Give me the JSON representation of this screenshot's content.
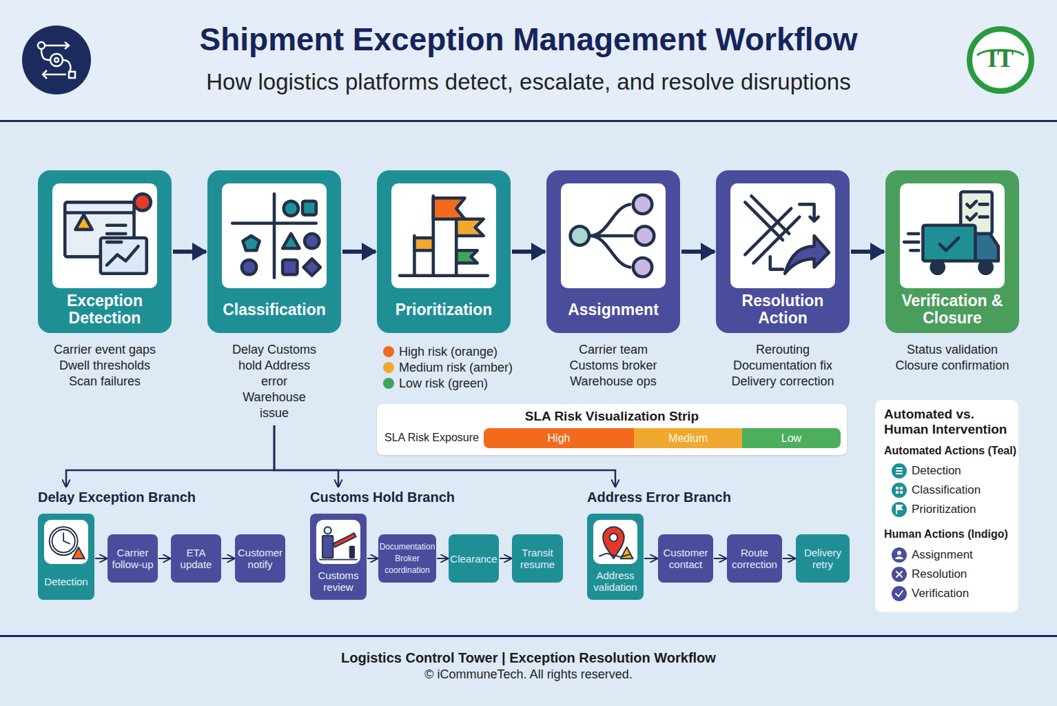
{
  "diagram": {
    "title": "Shipment Exception Management Workflow",
    "caption": "Logistics Control Tower | Exception Resolution Workflow",
    "nodes": [
      {
        "text": [
          "Exception Detection",
          "Carrier event gaps Dwell thresholds Scan failures"
        ]
      },
      {
        "text": [
          "Classification",
          "Delay Customs hold Address error Warehouse issue"
        ]
      },
      {
        "text": [
          "Prioritization"
        ]
      },
      {
        "text": [
          "Assignment",
          "Carrier team Customs broker Warehouse ops"
        ]
      },
      {
        "text": [
          "Resolution Action",
          "Rerouting Documentation fix Delivery correction"
        ]
      },
      {
        "text": [
          "Verification & Closure",
          "Status validation Closure confirmation"
        ]
      },
      {
        "text": [
          "SLA Risk Visualization Strip",
          "SLA Risk Exposure"
        ]
      },
      {
        "text": [
          "High"
        ],
        "in": 6
      },
      {
        "text": [
          "Medium"
        ],
        "in": 6
      },
      {
        "text": [
          "Low"
        ],
        "in": 6
      },
      {
        "text": [
          "Delay Exception Branch",
          "Detection"
        ]
      },
      {
        "text": [
          "Carrier follow-up"
        ]
      },
      {
        "text": [
          "ETA update"
        ]
      },
      {
        "text": [
          "Customer notify"
        ]
      },
      {
        "text": [
          "Customs Hold Branch",
          "Customs review"
        ]
      },
      {
        "text": [
          "Documentation Broker coordination"
        ]
      },
      {
        "text": [
          "Clearance"
        ]
      },
      {
        "text": [
          "Transit resume"
        ]
      },
      {
        "text": [
          "Address Error Branch",
          "Address validation"
        ]
      },
      {
        "text": [
          "Customer contact"
        ]
      },
      {
        "text": [
          "Route correction"
        ]
      },
      {
        "text": [
          "Delivery retry"
        ]
      }
    ],
    "edges": [
      {
        "from": 0,
        "to": 1,
        "arrow": "to"
      },
      {
        "from": 1,
        "to": 2,
        "arrow": "to"
      },
      {
        "from": 2,
        "to": 3,
        "arrow": "to"
      },
      {
        "from": 3,
        "to": 4,
        "arrow": "to"
      },
      {
        "from": 4,
        "to": 5,
        "arrow": "to"
      },
      {
        "from": 1,
        "to": 10,
        "arrow": "to"
      },
      {
        "from": 1,
        "to": 14,
        "arrow": "to"
      },
      {
        "from": 1,
        "to": 18,
        "arrow": "to"
      },
      {
        "from": 10,
        "to": 11,
        "arrow": "to"
      },
      {
        "from": 11,
        "to": 12,
        "arrow": "to"
      },
      {
        "from": 12,
        "to": 13,
        "arrow": "to"
      },
      {
        "from": 14,
        "to": 15,
        "arrow": "to"
      },
      {
        "from": 15,
        "to": 16,
        "arrow": "to"
      },
      {
        "from": 16,
        "to": 17,
        "arrow": "to"
      },
      {
        "from": 18,
        "to": 19,
        "arrow": "to"
      },
      {
        "from": 19,
        "to": 20,
        "arrow": "to"
      },
      {
        "from": 20,
        "to": 21,
        "arrow": "to"
      }
    ],
    "labels": [
      "How logistics platforms detect, escalate, and resolve disruptions",
      "IT",
      "Automated vs. Human Intervention",
      "Automated Actions (Teal)",
      "Human Actions (Indigo)",
      "© iCommuneTech. All rights reserved."
    ],
    "legend": [
      {
        "text": "High risk (orange)",
        "color": "#f26a1b"
      },
      {
        "text": "Medium risk (amber)",
        "color": "#f0a92e"
      },
      {
        "text": "Low risk (green)",
        "color": "#3fa45b"
      },
      {
        "text": "Detection"
      },
      {
        "text": "Classification"
      },
      {
        "text": "Prioritization"
      },
      {
        "text": "Assignment"
      },
      {
        "text": "Resolution"
      },
      {
        "text": "Verification"
      }
    ]
  }
}
